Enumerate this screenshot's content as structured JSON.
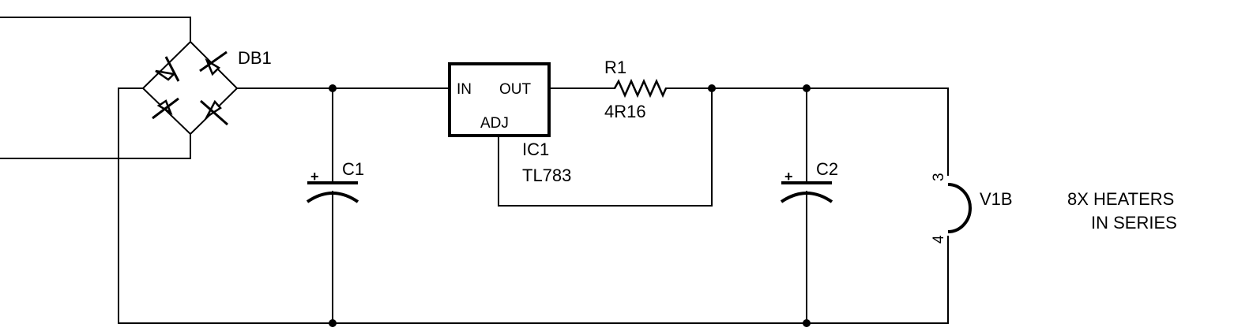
{
  "colors": {
    "ink": "#000000",
    "background": "#ffffff"
  },
  "components": {
    "bridge": {
      "ref": "DB1"
    },
    "cap_in": {
      "ref": "C1",
      "polarity": "+"
    },
    "regulator": {
      "ref": "IC1",
      "part": "TL783",
      "pin_in": "IN",
      "pin_out": "OUT",
      "pin_adj": "ADJ"
    },
    "resistor": {
      "ref": "R1",
      "value": "4R16"
    },
    "cap_out": {
      "ref": "C2",
      "polarity": "+"
    },
    "heater": {
      "ref": "V1B",
      "pin_top": "3",
      "pin_bottom": "4"
    }
  },
  "note": {
    "line1": "8X HEATERS",
    "line2": "IN SERIES"
  }
}
